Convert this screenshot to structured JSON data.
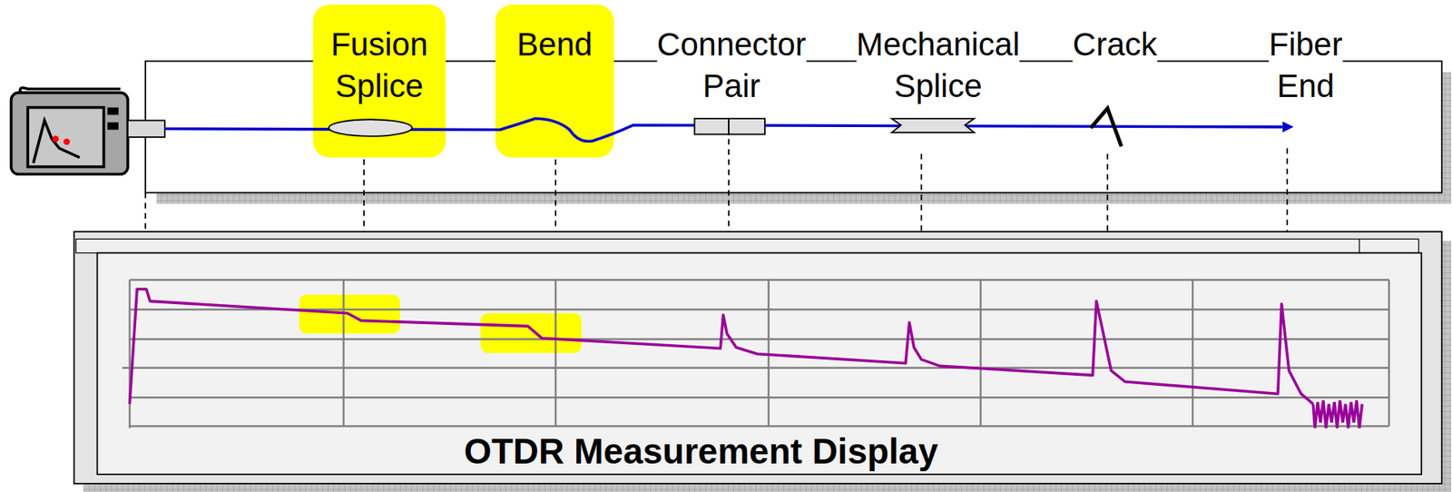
{
  "diagram": {
    "nodes": [
      {
        "text": [
          "Fusion Splice"
        ]
      },
      {
        "text": [
          "Bend"
        ]
      },
      {
        "text": [
          "OTDR Measurement Display"
        ]
      }
    ],
    "labels": [
      "Connector Pair",
      "Mechanical Splice",
      "Crack",
      "Fiber End"
    ]
  }
}
